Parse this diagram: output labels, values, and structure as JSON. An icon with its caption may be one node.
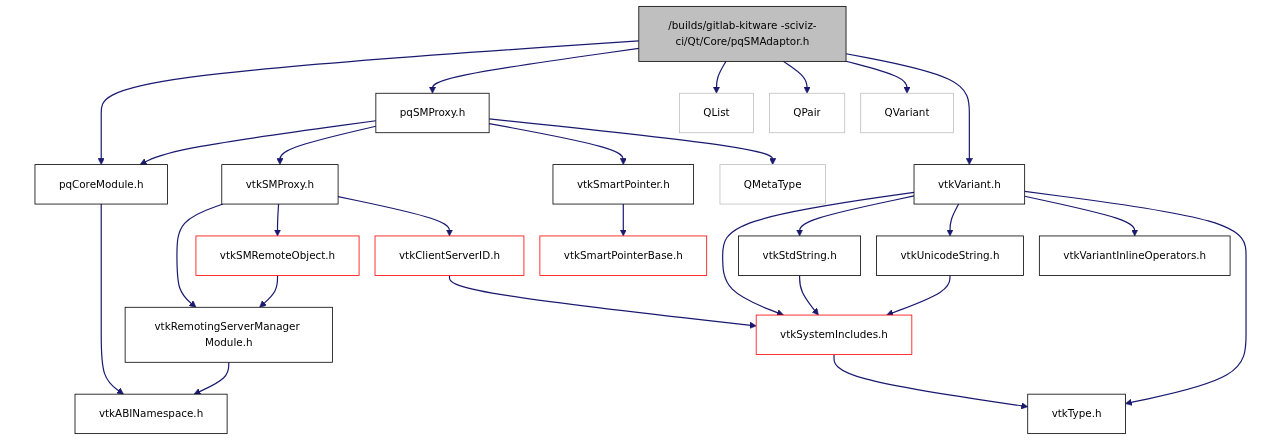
{
  "diagram": {
    "nodes": [
      {
        "text": [
          "/builds/gitlab-kitware -sciviz-ci/Qt/Core/pqSMAdaptor.h"
        ]
      },
      {
        "text": [
          "pqSMProxy.h"
        ]
      },
      {
        "text": [
          "QList"
        ]
      },
      {
        "text": [
          "QPair"
        ]
      },
      {
        "text": [
          "QVariant"
        ]
      },
      {
        "text": [
          "pqCoreModule.h"
        ]
      },
      {
        "text": [
          "vtkSMProxy.h"
        ]
      },
      {
        "text": [
          "vtkSmartPointer.h"
        ]
      },
      {
        "text": [
          "QMetaType"
        ]
      },
      {
        "text": [
          "vtkVariant.h"
        ]
      },
      {
        "text": [
          "vtkSMRemoteObject.h"
        ]
      },
      {
        "text": [
          "vtkClientServerID.h"
        ]
      },
      {
        "text": [
          "vtkSmartPointerBase.h"
        ]
      },
      {
        "text": [
          "vtkStdString.h"
        ]
      },
      {
        "text": [
          "vtkUnicodeString.h"
        ]
      },
      {
        "text": [
          "vtkVariantInlineOperators.h"
        ]
      },
      {
        "text": [
          "vtkRemotingServerManager Module.h"
        ]
      },
      {
        "text": [
          "vtkSystemIncludes.h"
        ]
      },
      {
        "text": [
          "vtkABINamespace.h"
        ]
      },
      {
        "text": [
          "vtkType.h"
        ]
      }
    ],
    "edges": [
      {
        "from": 0,
        "to": 5,
        "arrow": "to"
      },
      {
        "from": 0,
        "to": 1,
        "arrow": "to"
      },
      {
        "from": 0,
        "to": 2,
        "arrow": "to"
      },
      {
        "from": 0,
        "to": 3,
        "arrow": "to"
      },
      {
        "from": 0,
        "to": 4,
        "arrow": "to"
      },
      {
        "from": 0,
        "to": 9,
        "arrow": "to"
      },
      {
        "from": 1,
        "to": 5,
        "arrow": "to"
      },
      {
        "from": 1,
        "to": 6,
        "arrow": "to"
      },
      {
        "from": 1,
        "to": 7,
        "arrow": "to"
      },
      {
        "from": 1,
        "to": 8,
        "arrow": "to"
      },
      {
        "from": 5,
        "to": 18,
        "arrow": "to"
      },
      {
        "from": 6,
        "to": 16,
        "arrow": "to"
      },
      {
        "from": 6,
        "to": 10,
        "arrow": "to"
      },
      {
        "from": 6,
        "to": 11,
        "arrow": "to"
      },
      {
        "from": 7,
        "to": 12,
        "arrow": "to"
      },
      {
        "from": 9,
        "to": 17,
        "arrow": "to"
      },
      {
        "from": 9,
        "to": 13,
        "arrow": "to"
      },
      {
        "from": 9,
        "to": 14,
        "arrow": "to"
      },
      {
        "from": 9,
        "to": 15,
        "arrow": "to"
      },
      {
        "from": 9,
        "to": 19,
        "arrow": "to"
      },
      {
        "from": 10,
        "to": 16,
        "arrow": "to"
      },
      {
        "from": 11,
        "to": 17,
        "arrow": "to"
      },
      {
        "from": 16,
        "to": 18,
        "arrow": "to"
      },
      {
        "from": 13,
        "to": 17,
        "arrow": "to"
      },
      {
        "from": 14,
        "to": 17,
        "arrow": "to"
      },
      {
        "from": 17,
        "to": 19,
        "arrow": "to"
      }
    ]
  }
}
